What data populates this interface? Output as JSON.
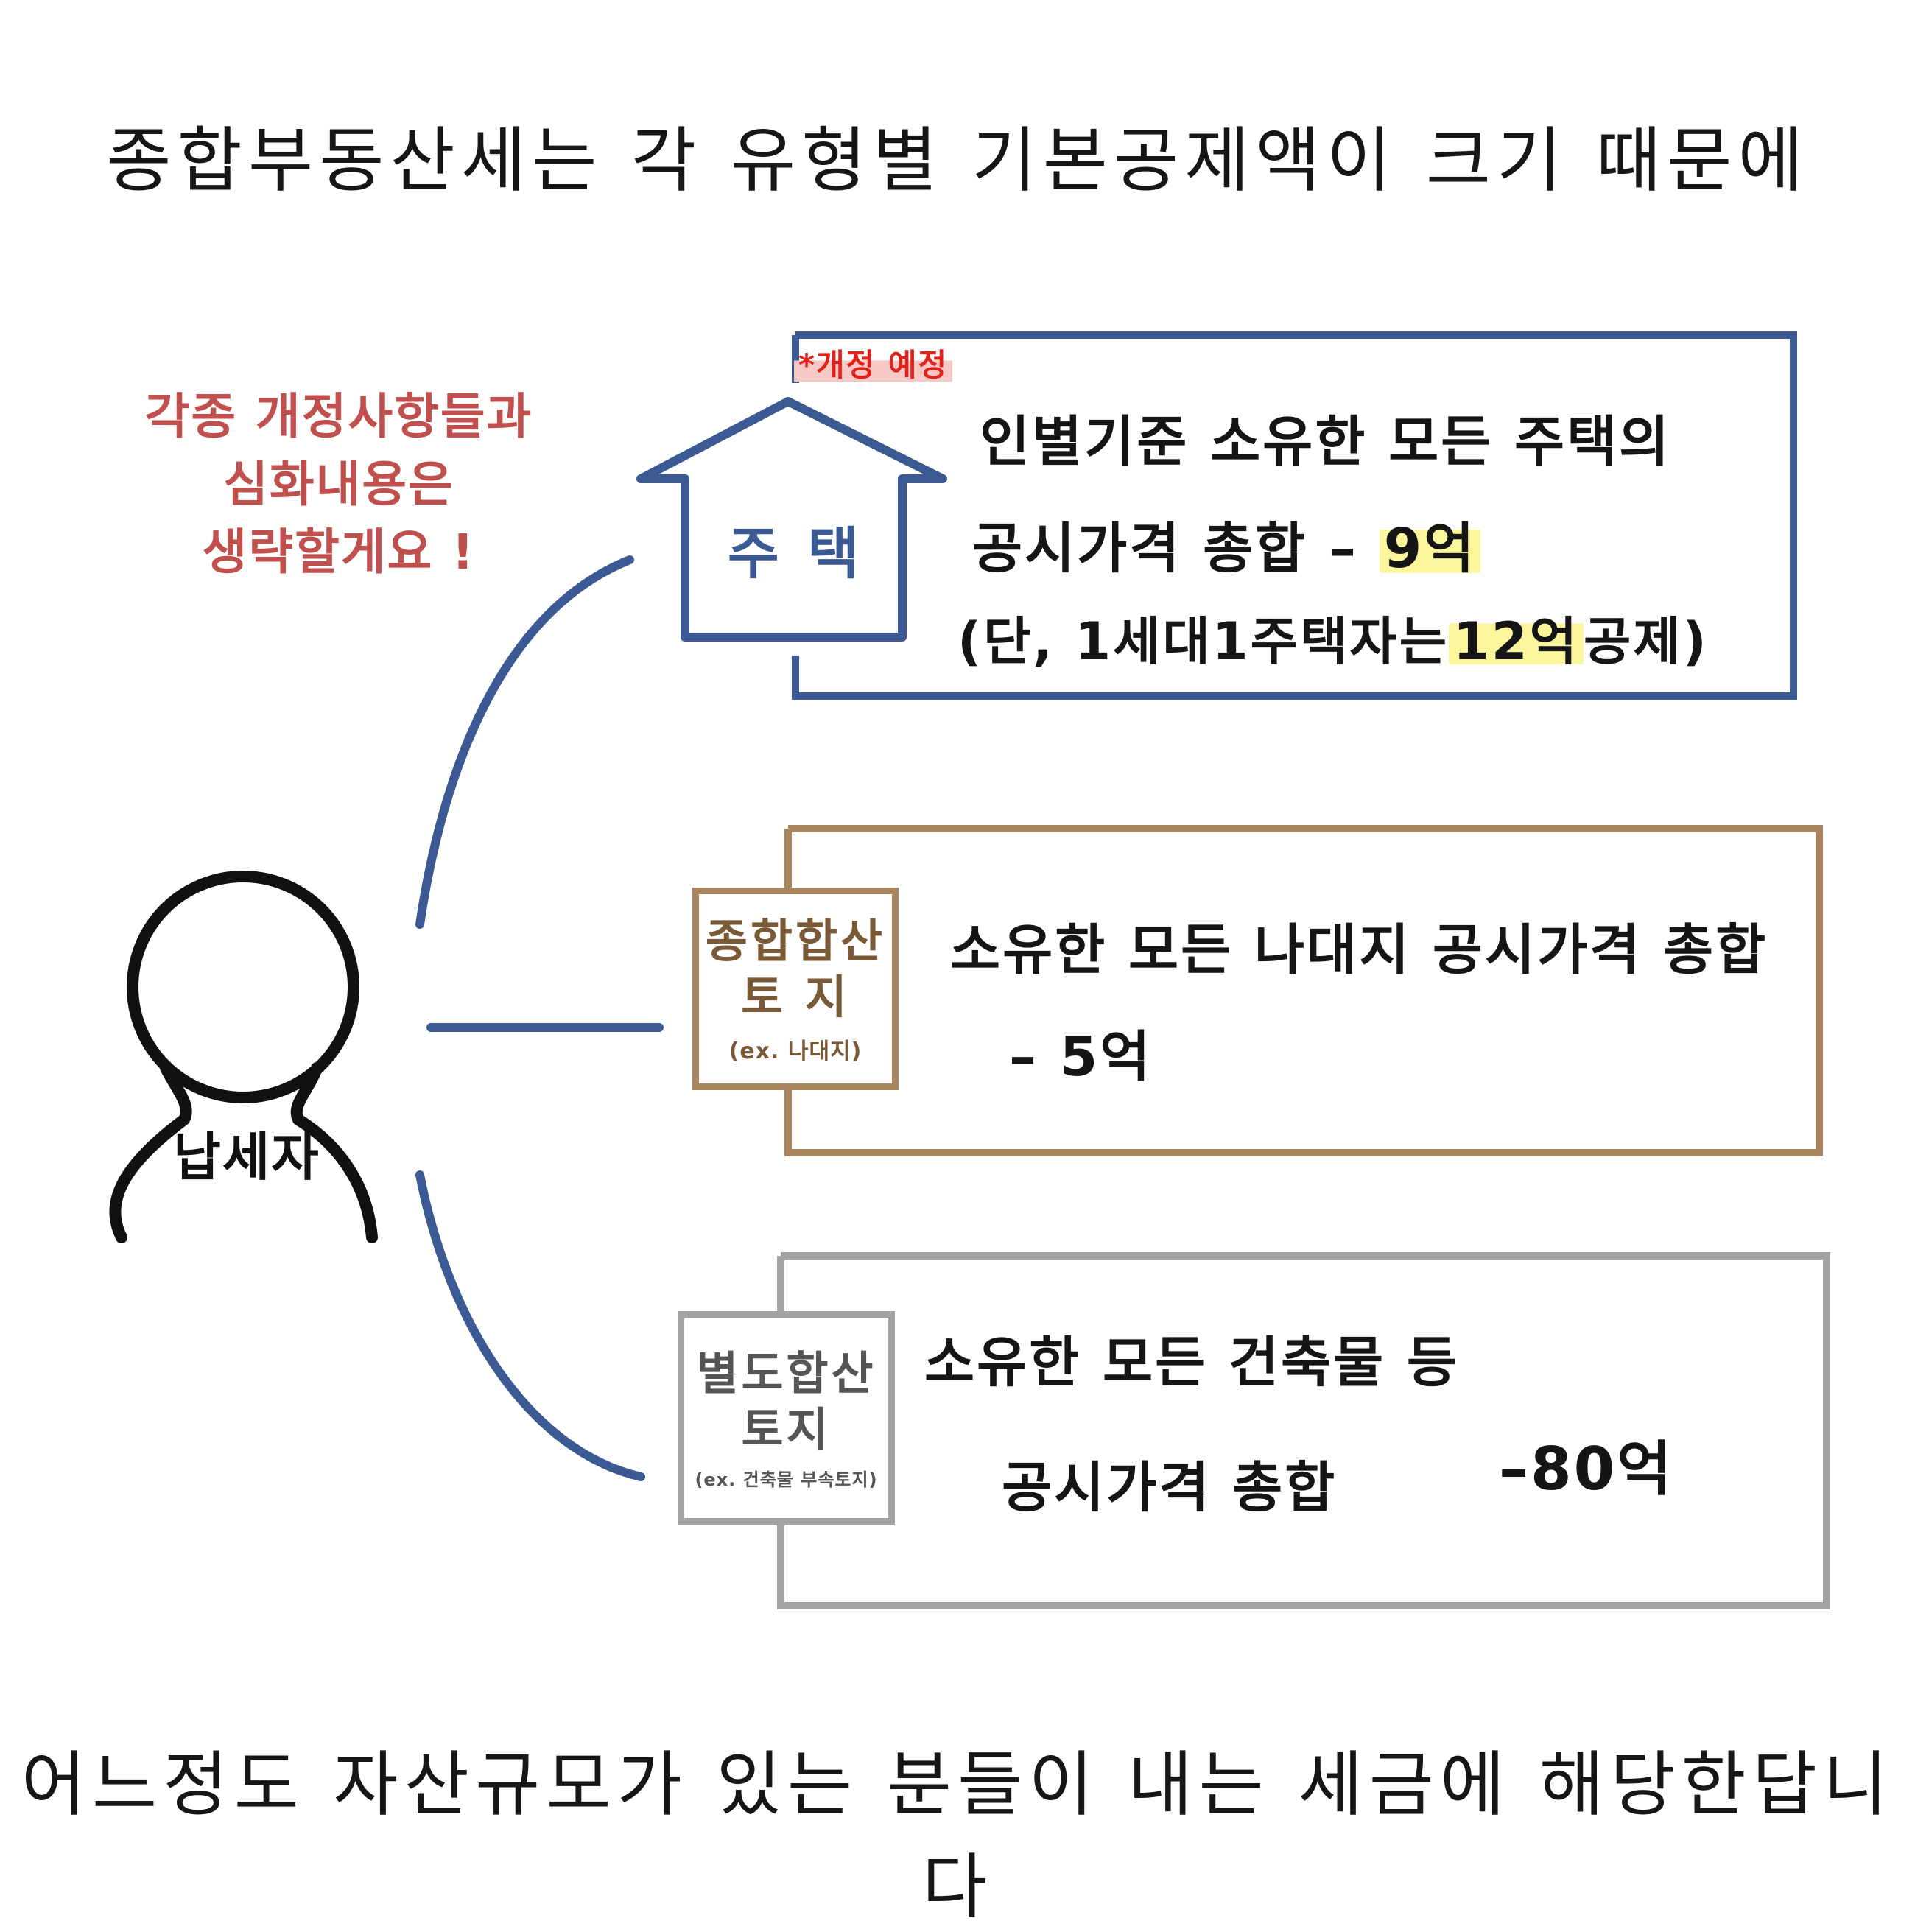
{
  "headline_top": "종합부동산세는 각 유형별 기본공제액이 크기 때문에",
  "headline_bottom": "어느정도 자산규모가 있는 분들이 내는 세금에 해당한답니다",
  "side_note": [
    "각종 개정사항들과",
    "심화내용은",
    "생략할게요 !"
  ],
  "taxpayer_label": "납세자",
  "revision_note": "*개정 예정",
  "categories": {
    "housing": {
      "label": "주 택",
      "line1": "인별기준 소유한 모든 주택의",
      "line2_text": "공시가격 총합 – ",
      "line2_amount": "9억",
      "line3_pre": "(단, 1세대1주택자는",
      "line3_amount": "12억",
      "line3_post": "공제)"
    },
    "general_land": {
      "label_line1": "종합합산",
      "label_line2": "토 지",
      "label_example": "(ex. 나대지)",
      "line1": "소유한 모든 나대지 공시가격 총합",
      "line2": "– 5억"
    },
    "separate_land": {
      "label_line1": "별도합산",
      "label_line2": "토지",
      "label_example": "(ex. 건축물 부속토지)",
      "line1": "소유한 모든 건축물 등",
      "line2": "공시가격 총합",
      "amount": "–80억"
    }
  },
  "colors": {
    "housing": "#3b5a93",
    "general_land": "#a8845f",
    "separate_land": "#a3a3a3",
    "note": "#c0504d",
    "revision": "#e0221b",
    "highlight": "#fbf59b",
    "connector": "#3b5a93"
  },
  "icons": [
    "person-icon",
    "house-icon"
  ]
}
